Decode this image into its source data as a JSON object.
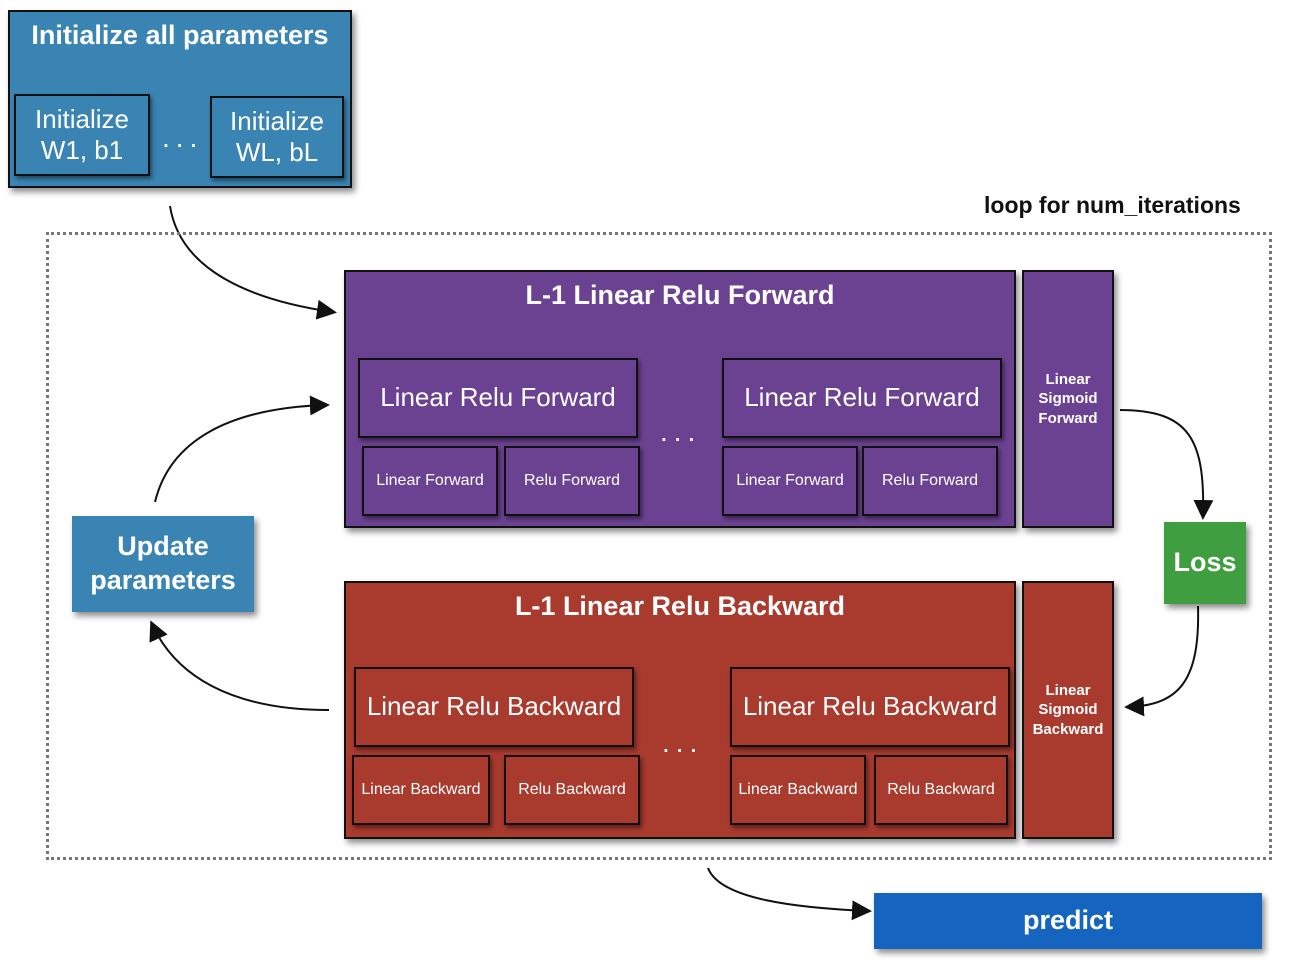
{
  "init": {
    "title": "Initialize all parameters",
    "first": "Initialize\nW1, b1",
    "dots": "...",
    "last": "Initialize\nWL, bL"
  },
  "loop_label": "loop for num_iterations",
  "forward": {
    "title": "L-1 Linear Relu Forward",
    "block_label": "Linear Relu Forward",
    "sub_left": "Linear Forward",
    "sub_right": "Relu Forward",
    "dots": "...",
    "sigmoid": "Linear\nSigmoid\nForward"
  },
  "backward": {
    "title": "L-1 Linear Relu Backward",
    "block_label": "Linear Relu Backward",
    "sub_left": "Linear Backward",
    "sub_right": "Relu Backward",
    "dots": "...",
    "sigmoid": "Linear\nSigmoid\nBackward"
  },
  "loss": "Loss",
  "update": "Update\nparameters",
  "predict": "predict",
  "colors": {
    "init": "#3a84b4",
    "forward": "#6b4292",
    "backward": "#a83a2e",
    "loss": "#3f9e3f",
    "predict": "#1565c0"
  }
}
